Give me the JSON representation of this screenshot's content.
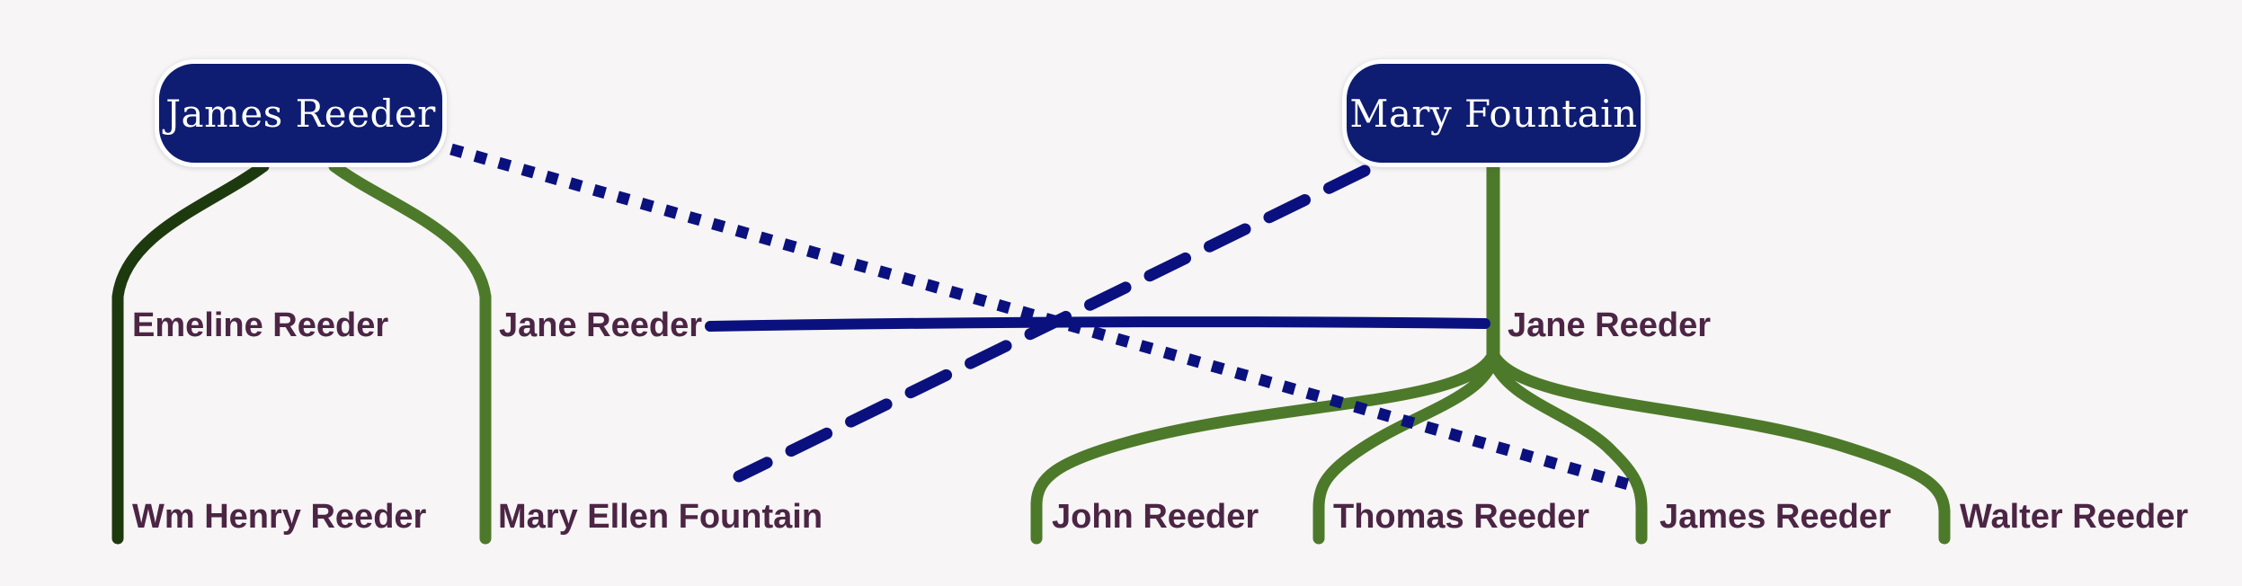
{
  "diagram": {
    "type": "family-tree",
    "palette": {
      "bg": "#f7f5f5",
      "node_fill": "#0e1c72",
      "node_text": "#ffffff",
      "node_outline": "#ffffff",
      "navy_line": "#0a117e",
      "green": "#4d7a2a",
      "green_dark": "#1d3a0e",
      "label": "#4c2545"
    },
    "people": {
      "james_reeder_sr": "James Reeder",
      "mary_fountain": "Mary Fountain",
      "emeline_reeder": "Emeline Reeder",
      "jane_reeder_left": "Jane Reeder",
      "jane_reeder_right": "Jane Reeder",
      "wm_henry_reeder": "Wm Henry Reeder",
      "mary_ellen_fountain": "Mary Ellen Fountain",
      "john_reeder": "John Reeder",
      "thomas_reeder": "Thomas Reeder",
      "james_reeder_jr": "James Reeder",
      "walter_reeder": "Walter Reeder"
    },
    "edges": [
      {
        "from": "james_reeder_sr",
        "to": "emeline_reeder",
        "style": "solid-curve",
        "color": "green_dark"
      },
      {
        "from": "emeline_reeder",
        "to": "wm_henry_reeder",
        "style": "solid-vertical",
        "color": "green_dark"
      },
      {
        "from": "james_reeder_sr",
        "to": "jane_reeder_left",
        "style": "solid-curve",
        "color": "green"
      },
      {
        "from": "jane_reeder_left",
        "to": "mary_ellen_fountain",
        "style": "solid-vertical",
        "color": "green"
      },
      {
        "from": "mary_fountain",
        "to": "jane_reeder_right",
        "style": "solid-vertical",
        "color": "green"
      },
      {
        "from": "jane_reeder_right",
        "to": "john_reeder",
        "style": "solid-fan",
        "color": "green"
      },
      {
        "from": "jane_reeder_right",
        "to": "thomas_reeder",
        "style": "solid-fan",
        "color": "green"
      },
      {
        "from": "jane_reeder_right",
        "to": "james_reeder_jr",
        "style": "solid-fan",
        "color": "green"
      },
      {
        "from": "jane_reeder_right",
        "to": "walter_reeder",
        "style": "solid-fan",
        "color": "green"
      },
      {
        "from": "jane_reeder_left",
        "to": "jane_reeder_right",
        "style": "solid-straight",
        "color": "navy_line"
      },
      {
        "from": "mary_fountain",
        "to": "mary_ellen_fountain",
        "style": "dashed",
        "color": "navy_line"
      },
      {
        "from": "james_reeder_sr",
        "to": "james_reeder_jr",
        "style": "dotted",
        "color": "navy_line"
      }
    ]
  }
}
